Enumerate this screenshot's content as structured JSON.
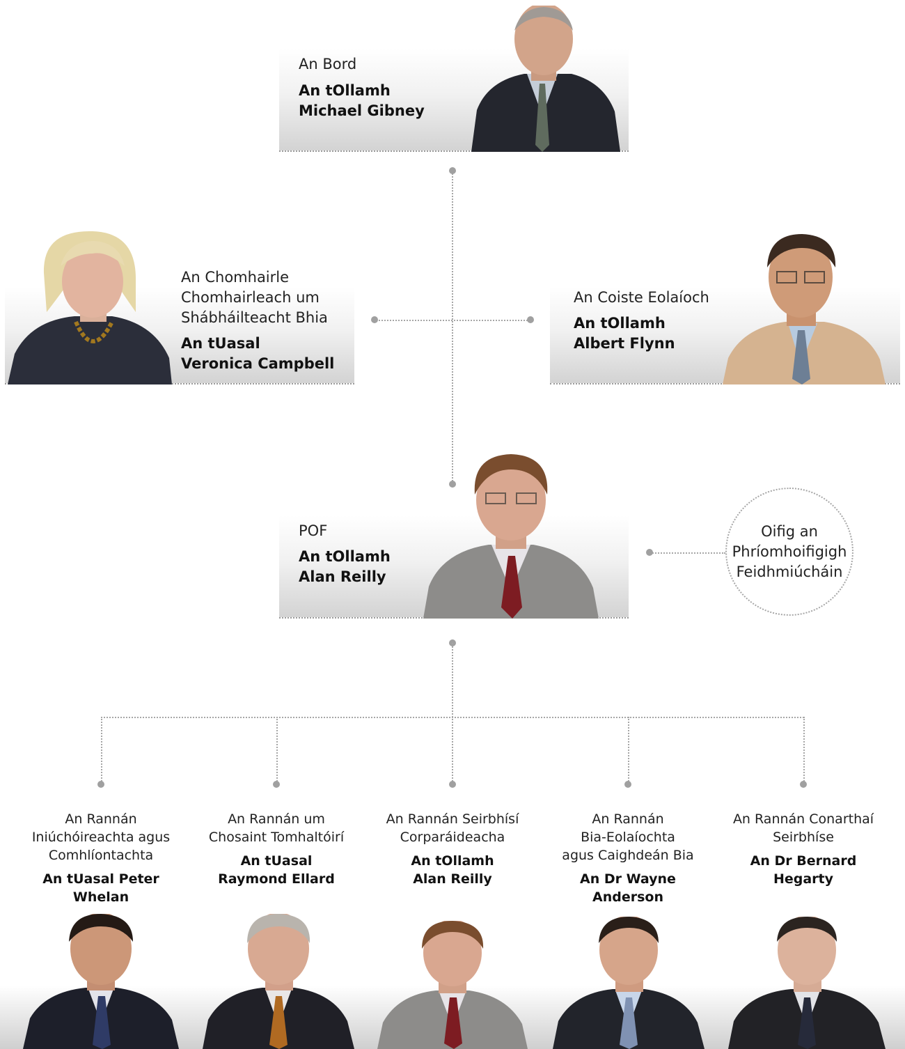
{
  "board": {
    "role": "An Bord",
    "title": "An tOllamh",
    "name": "Michael Gibney"
  },
  "advisory": {
    "role_line1": "An Chomhairle",
    "role_line2": "Chomhairleach um",
    "role_line3": "Shábháilteacht Bhia",
    "title": "An tUasal",
    "name": "Veronica Campbell"
  },
  "scientific": {
    "role": "An Coiste Eolaíoch",
    "title": "An tOllamh",
    "name": "Albert Flynn"
  },
  "ceo": {
    "role": "POF",
    "title": "An tOllamh",
    "name": "Alan Reilly"
  },
  "ceo_office": {
    "line1": "Oifig an",
    "line2": "Phríomhoifigigh",
    "line3": "Feidhmiúcháin"
  },
  "divisions": [
    {
      "role_lines": [
        "An Rannán",
        "Iniúchóireachta agus",
        "Comhlíontachta"
      ],
      "name_lines": [
        "An tUasal Peter",
        "Whelan"
      ]
    },
    {
      "role_lines": [
        "An Rannán um",
        "Chosaint Tomhaltóirí"
      ],
      "name_lines": [
        "An tUasal",
        "Raymond Ellard"
      ]
    },
    {
      "role_lines": [
        "An Rannán Seirbhísí",
        "Corparáideacha"
      ],
      "name_lines": [
        "An tOllamh",
        "Alan Reilly"
      ]
    },
    {
      "role_lines": [
        "An Rannán",
        "Bia-Eolaíochta",
        "agus Caighdeán Bia"
      ],
      "name_lines": [
        "An Dr Wayne",
        "Anderson"
      ]
    },
    {
      "role_lines": [
        "An Rannán Conarthaí",
        "Seirbhíse"
      ],
      "name_lines": [
        "An Dr Bernard",
        "Hegarty"
      ]
    }
  ]
}
